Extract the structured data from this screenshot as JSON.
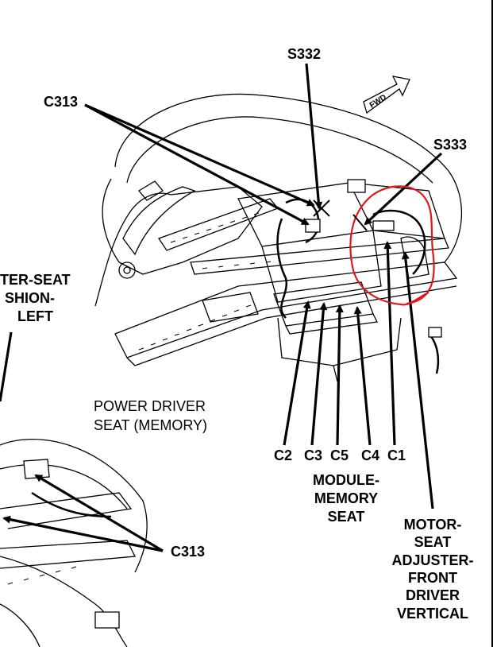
{
  "labels": {
    "s332": "S332",
    "s333": "S333",
    "c313_top": "C313",
    "c313_bottom": "C313",
    "left_cut": [
      "TER-SEAT",
      "SHION-",
      "LEFT"
    ],
    "power_seat": [
      "POWER DRIVER",
      "SEAT (MEMORY)"
    ],
    "connectors": [
      "C2",
      "C3",
      "C5",
      "C4",
      "C1"
    ],
    "module": [
      "MODULE-",
      "MEMORY",
      "SEAT"
    ],
    "motor": [
      "MOTOR-",
      "SEAT",
      "ADJUSTER-",
      "FRONT",
      "DRIVER",
      "VERTICAL"
    ],
    "fwd": "FWD"
  },
  "colors": {
    "ink": "#000000",
    "highlight": "#e0181b",
    "paper": "#ffffff"
  }
}
